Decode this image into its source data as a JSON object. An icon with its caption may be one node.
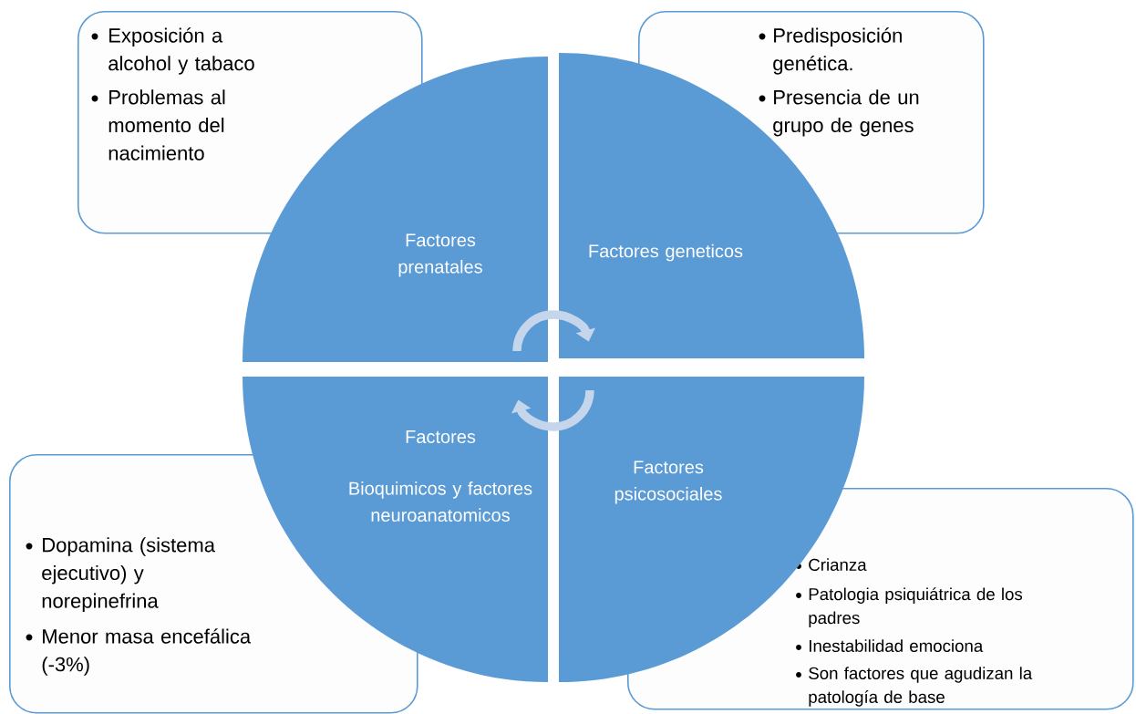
{
  "diagram": {
    "nodes": [
      {
        "text": [
          "Exposición a alcohol y tabaco",
          "Problemas al momento del nacimiento"
        ]
      },
      {
        "text": [
          "Predisposición genética.",
          "Presencia de un grupo de genes"
        ]
      },
      {
        "text": [
          "Factores prenatales"
        ]
      },
      {
        "text": [
          "Factores geneticos"
        ]
      },
      {
        "text": [
          "Factores",
          "Bioquimicos y factores neuroanatomicos"
        ]
      },
      {
        "text": [
          "Factores psicosociales"
        ]
      },
      {
        "text": [
          "Dopamina (sistema ejecutivo) y norepinefrina",
          "Menor masa encefálica (-3%)"
        ]
      },
      {
        "text": [
          "Crianza",
          "Patologia psiquiátrica de los padres",
          "Inestabilidad emociona",
          "Son factores que agudizan  la patología de base"
        ]
      }
    ],
    "edges": [
      {
        "from": 2,
        "to": 3,
        "arrow": "to",
        "color": "#c5d6ec"
      },
      {
        "from": 5,
        "to": 4,
        "arrow": "to",
        "color": "#c5d6ec"
      }
    ]
  }
}
